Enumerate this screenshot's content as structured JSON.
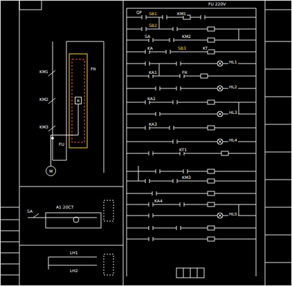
{
  "diagram": {
    "nodes": [
      {
        "text": [
          "R"
        ]
      },
      {
        "text": [
          "M"
        ]
      }
    ],
    "edges": [
      {
        "from": 0,
        "to": 1,
        "arrow": "none"
      }
    ],
    "labels": [
      "FU 220V",
      "QF",
      "SB1",
      "KM1",
      "SB2",
      "SA",
      "KM2",
      "KA",
      "SB3",
      "KT",
      "HL1",
      "HL2",
      "HL3",
      "KA1",
      "FR",
      "KA2",
      "HL4",
      "KA3",
      "KT1",
      "HL5",
      "KM3",
      "KA4",
      "KM1",
      "KM2",
      "KM3",
      "FR",
      "SA",
      "A1 20CT",
      "LH1",
      "LH2",
      "FU"
    ]
  }
}
